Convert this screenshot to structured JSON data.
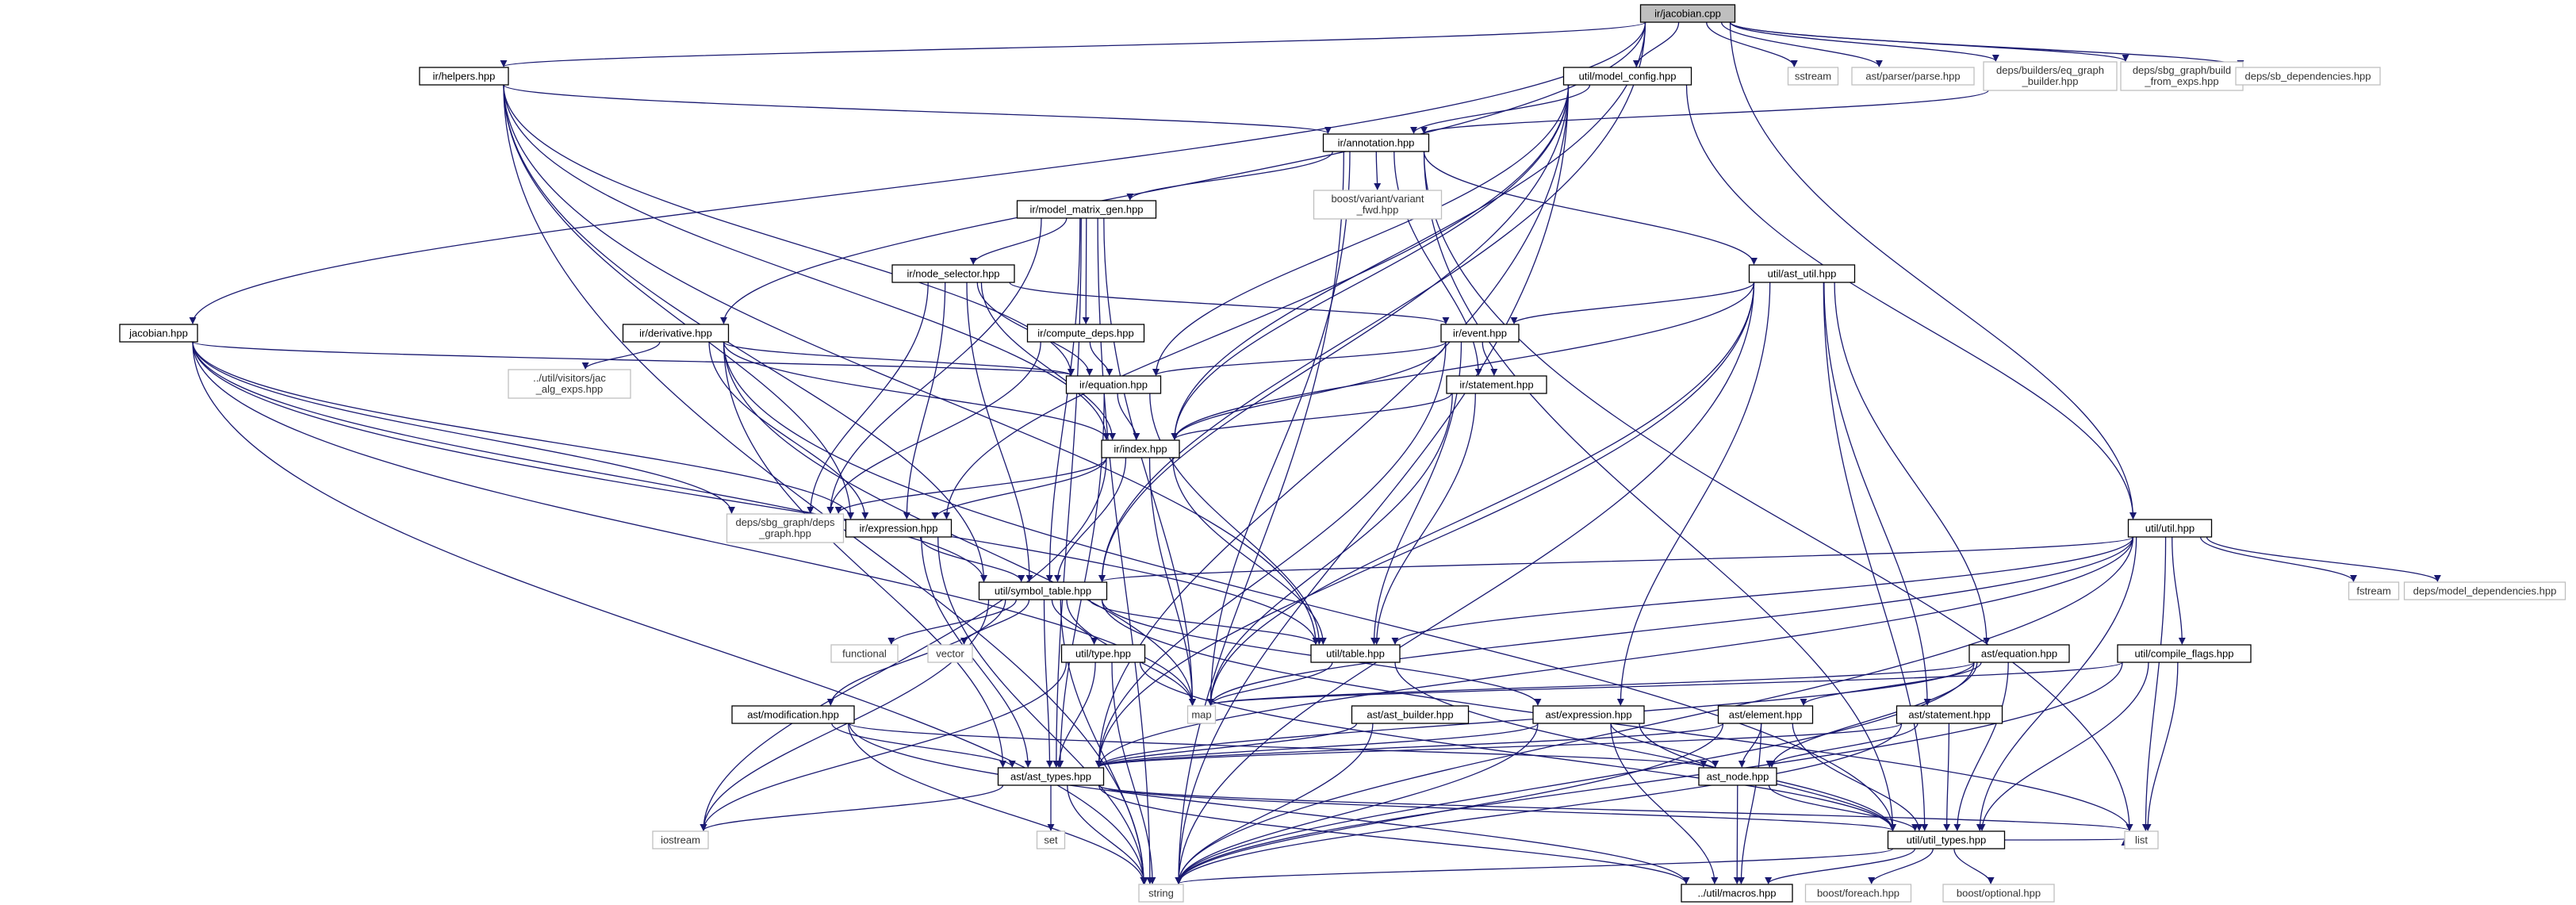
{
  "diagram": {
    "title_node": "ir/jacobian.cpp",
    "colors": {
      "edge": "#191970",
      "root_fill": "#bfbfbf",
      "project_border": "#000000",
      "external_border": "#bfbfbf"
    },
    "nodes": [
      {
        "id": "root",
        "lines": [
          "ir/jacobian.cpp"
        ],
        "kind": "root"
      },
      {
        "id": "helpers",
        "lines": [
          "ir/helpers.hpp"
        ],
        "kind": "project"
      },
      {
        "id": "model_config",
        "lines": [
          "util/model_config.hpp"
        ],
        "kind": "project"
      },
      {
        "id": "sstream",
        "lines": [
          "sstream"
        ],
        "kind": "external"
      },
      {
        "id": "parse",
        "lines": [
          "ast/parser/parse.hpp"
        ],
        "kind": "external"
      },
      {
        "id": "eq_graph_builder",
        "lines": [
          "deps/builders/eq_graph",
          "_builder.hpp"
        ],
        "kind": "external"
      },
      {
        "id": "build_from_exps",
        "lines": [
          "deps/sbg_graph/build",
          "_from_exps.hpp"
        ],
        "kind": "external"
      },
      {
        "id": "sb_dependencies",
        "lines": [
          "deps/sb_dependencies.hpp"
        ],
        "kind": "external"
      },
      {
        "id": "annotation",
        "lines": [
          "ir/annotation.hpp"
        ],
        "kind": "project"
      },
      {
        "id": "variant_fwd",
        "lines": [
          "boost/variant/variant",
          "_fwd.hpp"
        ],
        "kind": "external"
      },
      {
        "id": "model_matrix_gen",
        "lines": [
          "ir/model_matrix_gen.hpp"
        ],
        "kind": "project"
      },
      {
        "id": "node_selector",
        "lines": [
          "ir/node_selector.hpp"
        ],
        "kind": "project"
      },
      {
        "id": "ast_util",
        "lines": [
          "util/ast_util.hpp"
        ],
        "kind": "project"
      },
      {
        "id": "jacobian",
        "lines": [
          "jacobian.hpp"
        ],
        "kind": "project"
      },
      {
        "id": "derivative",
        "lines": [
          "ir/derivative.hpp"
        ],
        "kind": "project"
      },
      {
        "id": "compute_deps",
        "lines": [
          "ir/compute_deps.hpp"
        ],
        "kind": "project"
      },
      {
        "id": "event",
        "lines": [
          "ir/event.hpp"
        ],
        "kind": "project"
      },
      {
        "id": "jac_alg_exps",
        "lines": [
          "../util/visitors/jac",
          "_alg_exps.hpp"
        ],
        "kind": "external"
      },
      {
        "id": "equation",
        "lines": [
          "ir/equation.hpp"
        ],
        "kind": "project"
      },
      {
        "id": "statement",
        "lines": [
          "ir/statement.hpp"
        ],
        "kind": "project"
      },
      {
        "id": "index",
        "lines": [
          "ir/index.hpp"
        ],
        "kind": "project"
      },
      {
        "id": "deps_graph",
        "lines": [
          "deps/sbg_graph/deps",
          "_graph.hpp"
        ],
        "kind": "external"
      },
      {
        "id": "expression",
        "lines": [
          "ir/expression.hpp"
        ],
        "kind": "project"
      },
      {
        "id": "util",
        "lines": [
          "util/util.hpp"
        ],
        "kind": "project"
      },
      {
        "id": "symbol_table",
        "lines": [
          "util/symbol_table.hpp"
        ],
        "kind": "project"
      },
      {
        "id": "fstream",
        "lines": [
          "fstream"
        ],
        "kind": "external"
      },
      {
        "id": "model_dependencies",
        "lines": [
          "deps/model_dependencies.hpp"
        ],
        "kind": "external"
      },
      {
        "id": "functional",
        "lines": [
          "functional"
        ],
        "kind": "external"
      },
      {
        "id": "vector",
        "lines": [
          "vector"
        ],
        "kind": "external"
      },
      {
        "id": "table",
        "lines": [
          "util/table.hpp"
        ],
        "kind": "project"
      },
      {
        "id": "type",
        "lines": [
          "util/type.hpp"
        ],
        "kind": "project"
      },
      {
        "id": "compile_flags",
        "lines": [
          "util/compile_flags.hpp"
        ],
        "kind": "project"
      },
      {
        "id": "ast_equation",
        "lines": [
          "ast/equation.hpp"
        ],
        "kind": "project"
      },
      {
        "id": "map",
        "lines": [
          "map"
        ],
        "kind": "external"
      },
      {
        "id": "ast_builder",
        "lines": [
          "ast/ast_builder.hpp"
        ],
        "kind": "project"
      },
      {
        "id": "ast_expression",
        "lines": [
          "ast/expression.hpp"
        ],
        "kind": "project"
      },
      {
        "id": "ast_element",
        "lines": [
          "ast/element.hpp"
        ],
        "kind": "project"
      },
      {
        "id": "ast_statement",
        "lines": [
          "ast/statement.hpp"
        ],
        "kind": "project"
      },
      {
        "id": "modification",
        "lines": [
          "ast/modification.hpp"
        ],
        "kind": "project"
      },
      {
        "id": "ast_types",
        "lines": [
          "ast/ast_types.hpp"
        ],
        "kind": "project"
      },
      {
        "id": "ast_node",
        "lines": [
          "ast_node.hpp"
        ],
        "kind": "project"
      },
      {
        "id": "iostream",
        "lines": [
          "iostream"
        ],
        "kind": "external"
      },
      {
        "id": "set",
        "lines": [
          "set"
        ],
        "kind": "external"
      },
      {
        "id": "util_types",
        "lines": [
          "util/util_types.hpp"
        ],
        "kind": "project"
      },
      {
        "id": "list",
        "lines": [
          "list"
        ],
        "kind": "external"
      },
      {
        "id": "string",
        "lines": [
          "string"
        ],
        "kind": "external"
      },
      {
        "id": "macros",
        "lines": [
          "../util/macros.hpp"
        ],
        "kind": "project"
      },
      {
        "id": "boost_foreach",
        "lines": [
          "boost/foreach.hpp"
        ],
        "kind": "external"
      },
      {
        "id": "boost_optional",
        "lines": [
          "boost/optional.hpp"
        ],
        "kind": "external"
      }
    ],
    "edges": [
      [
        "root",
        "helpers"
      ],
      [
        "root",
        "model_config"
      ],
      [
        "root",
        "sstream"
      ],
      [
        "root",
        "parse"
      ],
      [
        "root",
        "eq_graph_builder"
      ],
      [
        "root",
        "build_from_exps"
      ],
      [
        "root",
        "sb_dependencies"
      ],
      [
        "root",
        "jacobian"
      ],
      [
        "root",
        "derivative"
      ],
      [
        "root",
        "index"
      ],
      [
        "root",
        "util"
      ],
      [
        "root",
        "symbol_table"
      ],
      [
        "helpers",
        "annotation"
      ],
      [
        "helpers",
        "equation"
      ],
      [
        "helpers",
        "index"
      ],
      [
        "helpers",
        "expression"
      ],
      [
        "helpers",
        "symbol_table"
      ],
      [
        "helpers",
        "table"
      ],
      [
        "helpers",
        "string"
      ],
      [
        "model_config",
        "annotation"
      ],
      [
        "model_config",
        "equation"
      ],
      [
        "model_config",
        "index"
      ],
      [
        "model_config",
        "util"
      ],
      [
        "model_config",
        "symbol_table"
      ],
      [
        "model_config",
        "expression"
      ],
      [
        "model_config",
        "ast_types"
      ],
      [
        "model_config",
        "string"
      ],
      [
        "eq_graph_builder",
        "annotation"
      ],
      [
        "annotation",
        "variant_fwd"
      ],
      [
        "annotation",
        "model_matrix_gen"
      ],
      [
        "annotation",
        "ast_util"
      ],
      [
        "annotation",
        "statement"
      ],
      [
        "annotation",
        "map"
      ],
      [
        "annotation",
        "string"
      ],
      [
        "annotation",
        "util_types"
      ],
      [
        "annotation",
        "list"
      ],
      [
        "model_matrix_gen",
        "node_selector"
      ],
      [
        "model_matrix_gen",
        "compute_deps"
      ],
      [
        "model_matrix_gen",
        "deps_graph"
      ],
      [
        "model_matrix_gen",
        "symbol_table"
      ],
      [
        "model_matrix_gen",
        "map"
      ],
      [
        "model_matrix_gen",
        "string"
      ],
      [
        "model_matrix_gen",
        "ast_types"
      ],
      [
        "node_selector",
        "event"
      ],
      [
        "node_selector",
        "equation"
      ],
      [
        "node_selector",
        "index"
      ],
      [
        "node_selector",
        "expression"
      ],
      [
        "node_selector",
        "deps_graph"
      ],
      [
        "node_selector",
        "symbol_table"
      ],
      [
        "compute_deps",
        "equation"
      ],
      [
        "compute_deps",
        "deps_graph"
      ],
      [
        "ast_util",
        "event"
      ],
      [
        "ast_util",
        "index"
      ],
      [
        "ast_util",
        "ast_equation"
      ],
      [
        "ast_util",
        "ast_statement"
      ],
      [
        "ast_util",
        "ast_expression"
      ],
      [
        "ast_util",
        "ast_types"
      ],
      [
        "ast_util",
        "util_types"
      ],
      [
        "ast_util",
        "map"
      ],
      [
        "ast_util",
        "string"
      ],
      [
        "jacobian",
        "equation"
      ],
      [
        "jacobian",
        "deps_graph"
      ],
      [
        "jacobian",
        "symbol_table"
      ],
      [
        "jacobian",
        "expression"
      ],
      [
        "jacobian",
        "table"
      ],
      [
        "jacobian",
        "map"
      ],
      [
        "jacobian",
        "string"
      ],
      [
        "derivative",
        "jac_alg_exps"
      ],
      [
        "derivative",
        "equation"
      ],
      [
        "derivative",
        "index"
      ],
      [
        "derivative",
        "expression"
      ],
      [
        "derivative",
        "map"
      ],
      [
        "derivative",
        "ast_types"
      ],
      [
        "derivative",
        "util_types"
      ],
      [
        "event",
        "equation"
      ],
      [
        "event",
        "statement"
      ],
      [
        "event",
        "index"
      ],
      [
        "event",
        "table"
      ],
      [
        "event",
        "ast_types"
      ],
      [
        "equation",
        "index"
      ],
      [
        "equation",
        "table"
      ],
      [
        "equation",
        "ast_types"
      ],
      [
        "statement",
        "index"
      ],
      [
        "statement",
        "table"
      ],
      [
        "statement",
        "map"
      ],
      [
        "index",
        "expression"
      ],
      [
        "index",
        "deps_graph"
      ],
      [
        "index",
        "symbol_table"
      ],
      [
        "index",
        "table"
      ],
      [
        "index",
        "map"
      ],
      [
        "index",
        "iostream"
      ],
      [
        "expression",
        "symbol_table"
      ],
      [
        "expression",
        "ast_types"
      ],
      [
        "expression",
        "string"
      ],
      [
        "util",
        "symbol_table"
      ],
      [
        "util",
        "fstream"
      ],
      [
        "util",
        "model_dependencies"
      ],
      [
        "util",
        "compile_flags"
      ],
      [
        "util",
        "table"
      ],
      [
        "util",
        "ast_types"
      ],
      [
        "util",
        "map"
      ],
      [
        "util",
        "util_types"
      ],
      [
        "util",
        "list"
      ],
      [
        "util",
        "string"
      ],
      [
        "symbol_table",
        "functional"
      ],
      [
        "symbol_table",
        "vector"
      ],
      [
        "symbol_table",
        "table"
      ],
      [
        "symbol_table",
        "type"
      ],
      [
        "symbol_table",
        "modification"
      ],
      [
        "symbol_table",
        "ast_expression"
      ],
      [
        "symbol_table",
        "ast_types"
      ],
      [
        "symbol_table",
        "map"
      ],
      [
        "symbol_table",
        "iostream"
      ],
      [
        "symbol_table",
        "string"
      ],
      [
        "symbol_table",
        "list"
      ],
      [
        "table",
        "map"
      ],
      [
        "table",
        "util_types"
      ],
      [
        "type",
        "ast_types"
      ],
      [
        "type",
        "iostream"
      ],
      [
        "type",
        "string"
      ],
      [
        "type",
        "util_types"
      ],
      [
        "compile_flags",
        "list"
      ],
      [
        "compile_flags",
        "util_types"
      ],
      [
        "compile_flags",
        "string"
      ],
      [
        "compile_flags",
        "map"
      ],
      [
        "ast_equation",
        "ast_element"
      ],
      [
        "ast_equation",
        "ast_node"
      ],
      [
        "ast_equation",
        "ast_types"
      ],
      [
        "ast_equation",
        "util_types"
      ],
      [
        "ast_equation",
        "string"
      ],
      [
        "ast_equation",
        "map"
      ],
      [
        "ast_builder",
        "ast_types"
      ],
      [
        "ast_builder",
        "string"
      ],
      [
        "ast_expression",
        "ast_node"
      ],
      [
        "ast_expression",
        "ast_types"
      ],
      [
        "ast_expression",
        "util_types"
      ],
      [
        "ast_expression",
        "string"
      ],
      [
        "ast_expression",
        "macros"
      ],
      [
        "ast_element",
        "ast_node"
      ],
      [
        "ast_element",
        "ast_types"
      ],
      [
        "ast_element",
        "util_types"
      ],
      [
        "ast_element",
        "macros"
      ],
      [
        "ast_element",
        "string"
      ],
      [
        "ast_statement",
        "ast_node"
      ],
      [
        "ast_statement",
        "ast_types"
      ],
      [
        "ast_statement",
        "util_types"
      ],
      [
        "ast_statement",
        "string"
      ],
      [
        "modification",
        "ast_types"
      ],
      [
        "modification",
        "ast_node"
      ],
      [
        "modification",
        "macros"
      ],
      [
        "modification",
        "string"
      ],
      [
        "ast_types",
        "iostream"
      ],
      [
        "ast_types",
        "set"
      ],
      [
        "ast_types",
        "string"
      ],
      [
        "ast_types",
        "list"
      ],
      [
        "ast_types",
        "util_types"
      ],
      [
        "ast_types",
        "macros"
      ],
      [
        "ast_node",
        "macros"
      ],
      [
        "ast_node",
        "util_types"
      ],
      [
        "util_types",
        "string"
      ],
      [
        "util_types",
        "list"
      ],
      [
        "util_types",
        "macros"
      ],
      [
        "util_types",
        "boost_foreach"
      ],
      [
        "util_types",
        "boost_optional"
      ]
    ]
  }
}
